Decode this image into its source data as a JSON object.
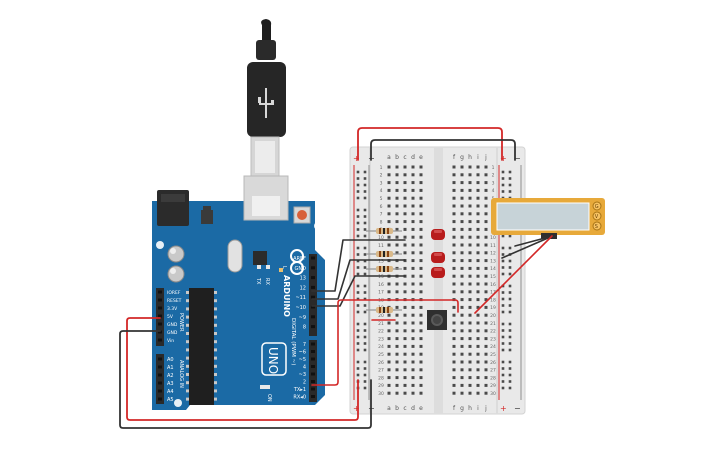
{
  "arduino": {
    "brand": "ARDUINO",
    "model": "UNO",
    "on_label": "ON",
    "tx_label": "TX",
    "rx_label": "RX",
    "l_label": "L",
    "digital_label": "DIGITAL (PWM ~)",
    "power_label": "POWER",
    "analog_label": "ANALOG IN",
    "digital_pins": [
      "AREF",
      "GND",
      "13",
      "12",
      "~11",
      "~10",
      "~9",
      "8",
      "7",
      "~6",
      "~5",
      "4",
      "~3",
      "2",
      "TX▸1",
      "RX◂0"
    ],
    "power_pins": [
      "IOREF",
      "RESET",
      "3.3V",
      "5V",
      "GND",
      "GND",
      "Vin"
    ],
    "analog_pins": [
      "A0",
      "A1",
      "A2",
      "A3",
      "A4",
      "A5"
    ]
  },
  "breadboard": {
    "columns_left": [
      "a",
      "b",
      "c",
      "d",
      "e"
    ],
    "columns_right": [
      "f",
      "g",
      "h",
      "i",
      "j"
    ],
    "rows": [
      "1",
      "2",
      "3",
      "4",
      "5",
      "6",
      "7",
      "8",
      "9",
      "10",
      "11",
      "12",
      "13",
      "14",
      "15",
      "16",
      "17",
      "18",
      "19",
      "20",
      "21",
      "22",
      "23",
      "24",
      "25",
      "26",
      "27",
      "28",
      "29",
      "30"
    ],
    "plus_label": "+",
    "minus_label": "−"
  },
  "lcd": {
    "pins": [
      "G",
      "V",
      "S"
    ]
  },
  "colors": {
    "arduino_blue": "#1b6aa5",
    "breadboard": "#e9e9e9",
    "wire_red": "#d32727",
    "wire_dark": "#333333",
    "led_red": "#b81c1c",
    "lcd_frame": "#e7a93a",
    "lcd_screen": "#c7d3d8"
  }
}
